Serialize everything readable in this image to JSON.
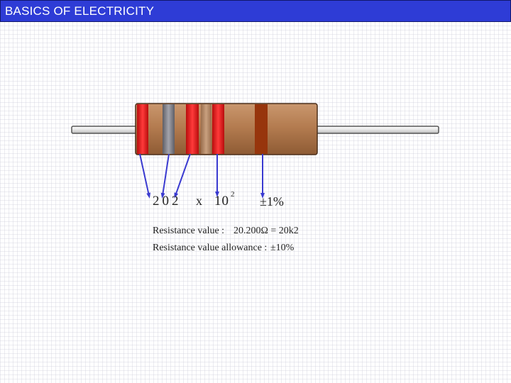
{
  "header": {
    "title": "BASICS OF ELECTRICITY"
  },
  "colors": {
    "header_background": "#2e3cd6",
    "resistor_body": "#b07a4e",
    "band_red": "#e01818",
    "band_gray": "#7d7d86",
    "band_tan": "#b48866",
    "band_brown": "#97350c",
    "arrows": "#3a3ad0"
  },
  "resistor": {
    "bands": [
      {
        "color_name": "red",
        "meaning": "first digit"
      },
      {
        "color_name": "gray",
        "meaning": "second digit"
      },
      {
        "color_name": "red",
        "meaning": "third digit"
      },
      {
        "color_name": "tan"
      },
      {
        "color_name": "red",
        "meaning": "multiplier"
      },
      {
        "color_name": "brown",
        "meaning": "tolerance"
      }
    ]
  },
  "formula": {
    "digits": "202",
    "times": "x",
    "base": "10",
    "exponent": "2",
    "tolerance": "±1%"
  },
  "results": {
    "value_label": "Resistance value :",
    "value": "20.200Ω = 20k2",
    "allowance_label": "Resistance value allowance :",
    "allowance": "±10%"
  }
}
